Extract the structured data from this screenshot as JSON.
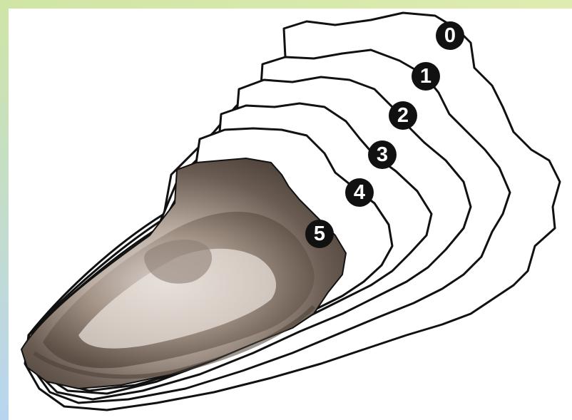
{
  "diagram": {
    "stage_labels": [
      "0",
      "1",
      "2",
      "3",
      "4",
      "5"
    ]
  }
}
